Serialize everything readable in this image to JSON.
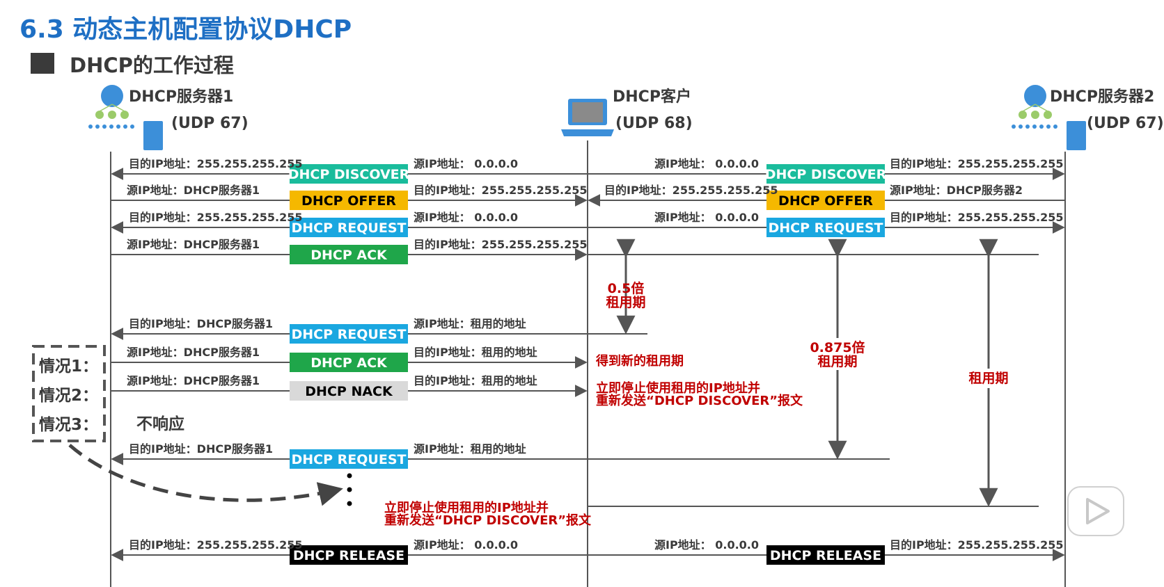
{
  "page": {
    "title": "6.3 动态主机配置协议DHCP",
    "subtitle": "DHCP的工作过程"
  },
  "nodes": {
    "server1": {
      "name": "DHCP服务器1",
      "port": "(UDP 67)"
    },
    "client": {
      "name": "DHCP客户",
      "port": "(UDP 68)"
    },
    "server2": {
      "name": "DHCP服务器2",
      "port": "(UDP 67)"
    }
  },
  "labels": {
    "discover": "DHCP DISCOVER",
    "offer": "DHCP OFFER",
    "request": "DHCP REQUEST",
    "ack": "DHCP ACK",
    "nack": "DHCP NACK",
    "release": "DHCP RELEASE"
  },
  "addr": {
    "dst_bcast": "目的IP地址：255.255.255.255",
    "src_zero": "源IP地址：   0.0.0.0",
    "src_s1": "源IP地址：DHCP服务器1",
    "src_s2": "源IP地址：DHCP服务器2",
    "dst_s1": "目的IP地址：DHCP服务器1",
    "src_leased": "源IP地址：租用的地址",
    "dst_leased": "目的IP地址：租用的地址"
  },
  "annotations": {
    "half": "0.5倍",
    "half_unit": "租用期",
    "seven8": "0.875倍",
    "seven8_unit": "租用期",
    "lease": "租用期",
    "new_lease": "得到新的租用期",
    "stop1_a": "立即停止使用租用的IP地址并",
    "stop1_b": "重新发送“DHCP DISCOVER”报文",
    "stop2_a": "立即停止使用租用的IP地址并",
    "stop2_b": "重新发送“DHCP DISCOVER”报文",
    "no_response": "不响应"
  },
  "cases": {
    "c1": "情况1：",
    "c2": "情况2：",
    "c3": "情况3："
  },
  "colors": {
    "title_blue": "#1E6FC4",
    "discover": "#1ABC9C",
    "offer": "#F5B800",
    "request": "#1AA7E0",
    "ack": "#1FA64A",
    "nack": "#D9D9D9",
    "release": "#000000",
    "annotation_red": "#C00000",
    "line": "#555555",
    "icon_blue": "#3C8FD9",
    "icon_green": "#9BCB6A"
  }
}
